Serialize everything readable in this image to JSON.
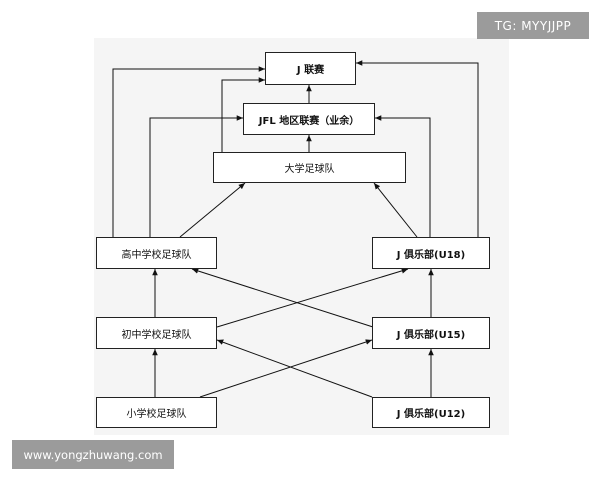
{
  "watermarks": {
    "top_right": "TG: MYYJJPP",
    "bottom_left": "www.yongzhuwang.com"
  },
  "diagram": {
    "nodes": {
      "j_league": "J 联赛",
      "jfl": "JFL  地区联赛（业余）",
      "university": "大学足球队",
      "high_school": "高中学校足球队",
      "j_u18": "J 俱乐部(U18)",
      "junior_high": "初中学校足球队",
      "j_u15": "J 俱乐部(U15)",
      "elementary": "小学校足球队",
      "j_u12": "J 俱乐部(U12)"
    }
  }
}
